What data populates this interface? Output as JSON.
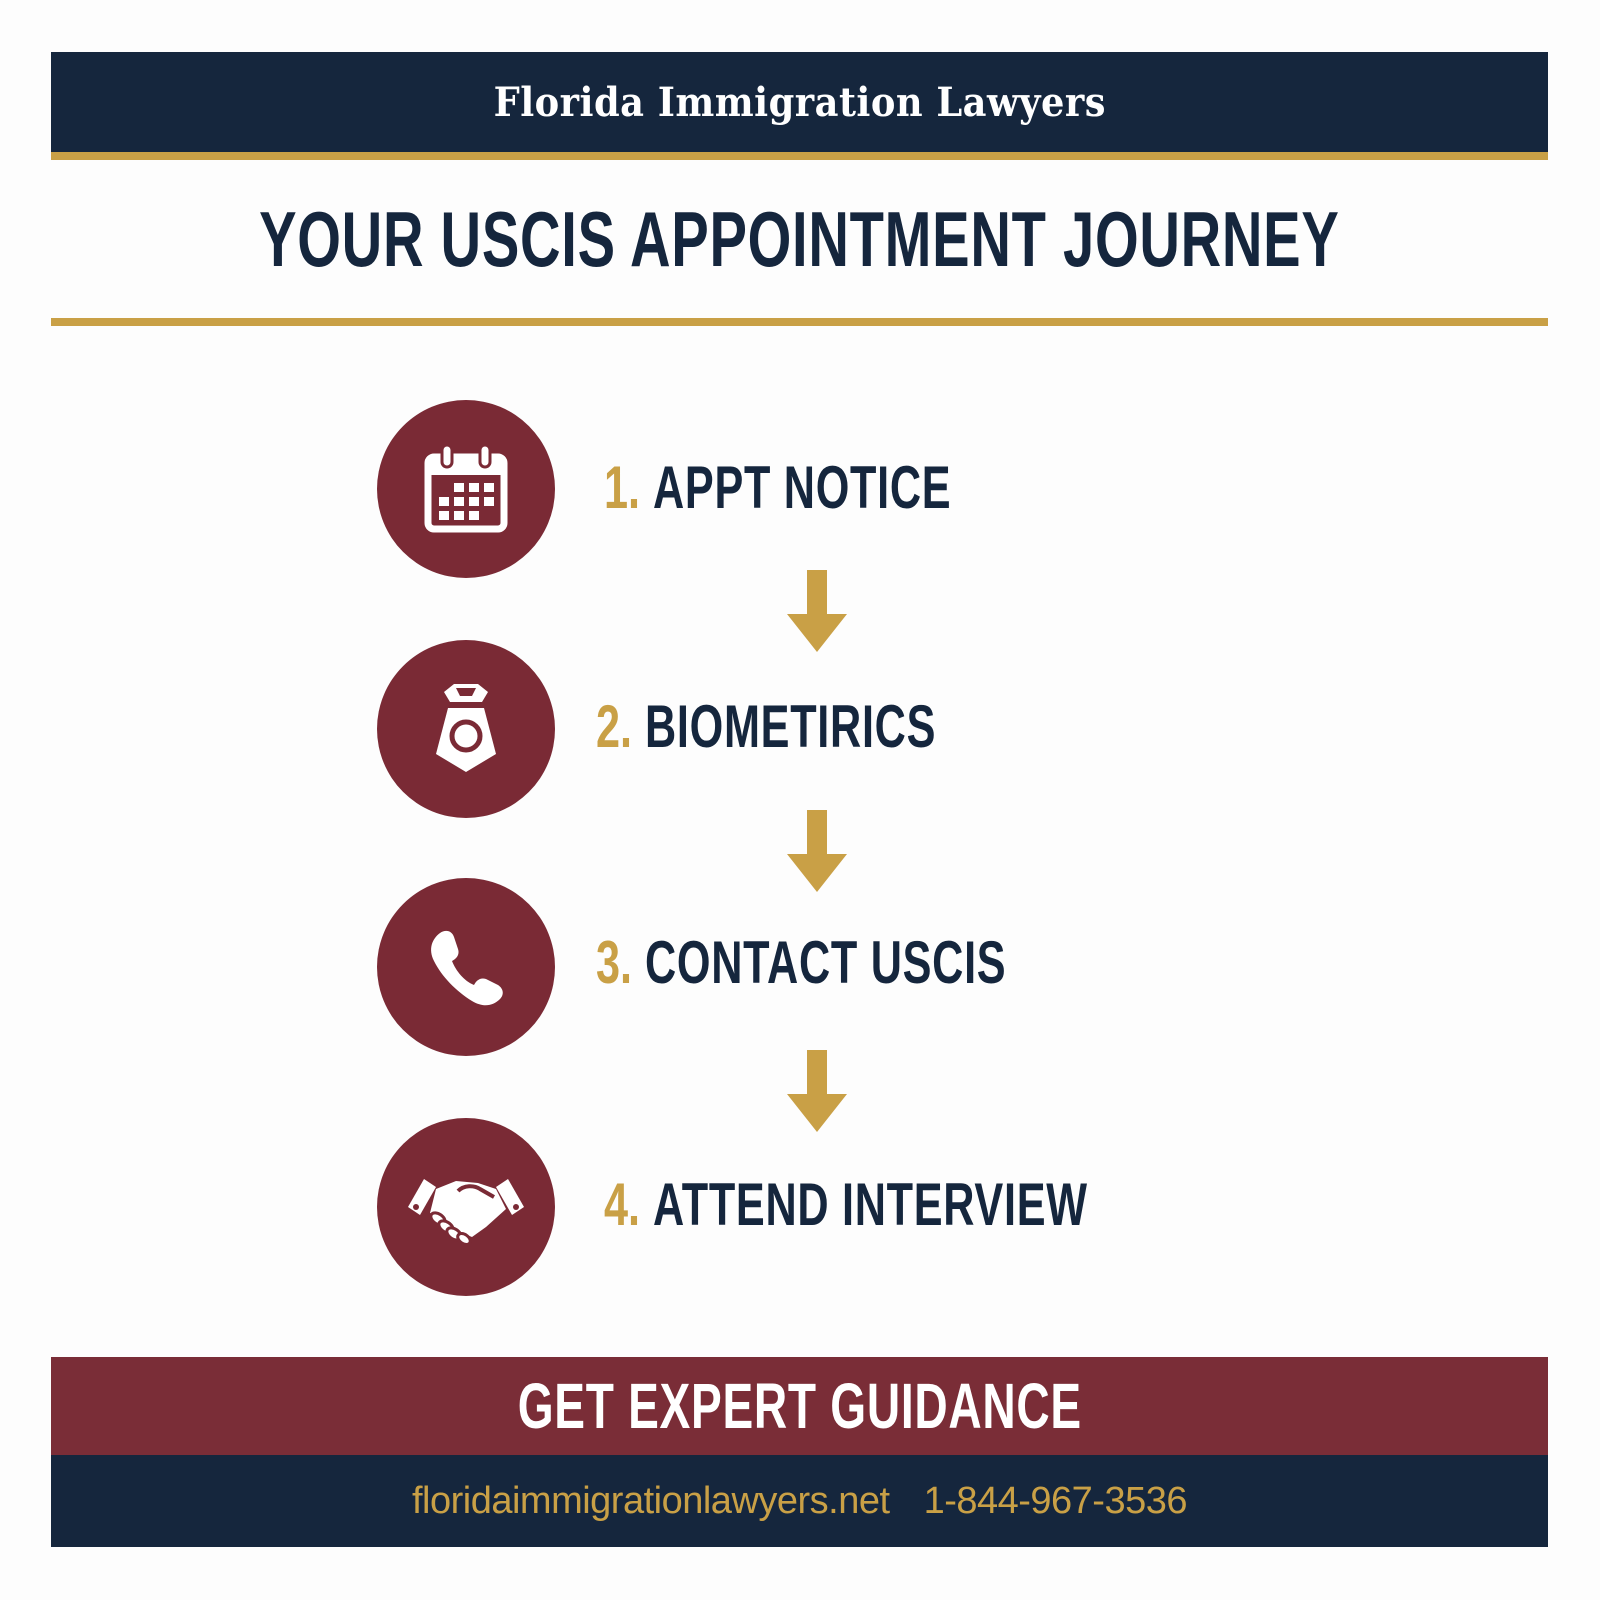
{
  "header": {
    "brand": "Florida Immigration Lawyers",
    "title": "YOUR USCIS APPOINTMENT JOURNEY"
  },
  "steps": [
    {
      "number": "1.",
      "label": "APPT NOTICE",
      "icon": "calendar-icon"
    },
    {
      "number": "2.",
      "label": "BIOMETIRICS",
      "icon": "badge-icon"
    },
    {
      "number": "3.",
      "label": "CONTACT USCIS",
      "icon": "phone-icon"
    },
    {
      "number": "4.",
      "label": "ATTEND INTERVIEW",
      "icon": "handshake-icon"
    }
  ],
  "footer": {
    "cta": "GET EXPERT GUIDANCE",
    "website": "floridaimmigrationlawyers.net",
    "phone": "1-844-967-3536"
  },
  "colors": {
    "navy": "#15263d",
    "gold": "#c9a046",
    "maroon": "#7a2a35",
    "white": "#ffffff"
  }
}
